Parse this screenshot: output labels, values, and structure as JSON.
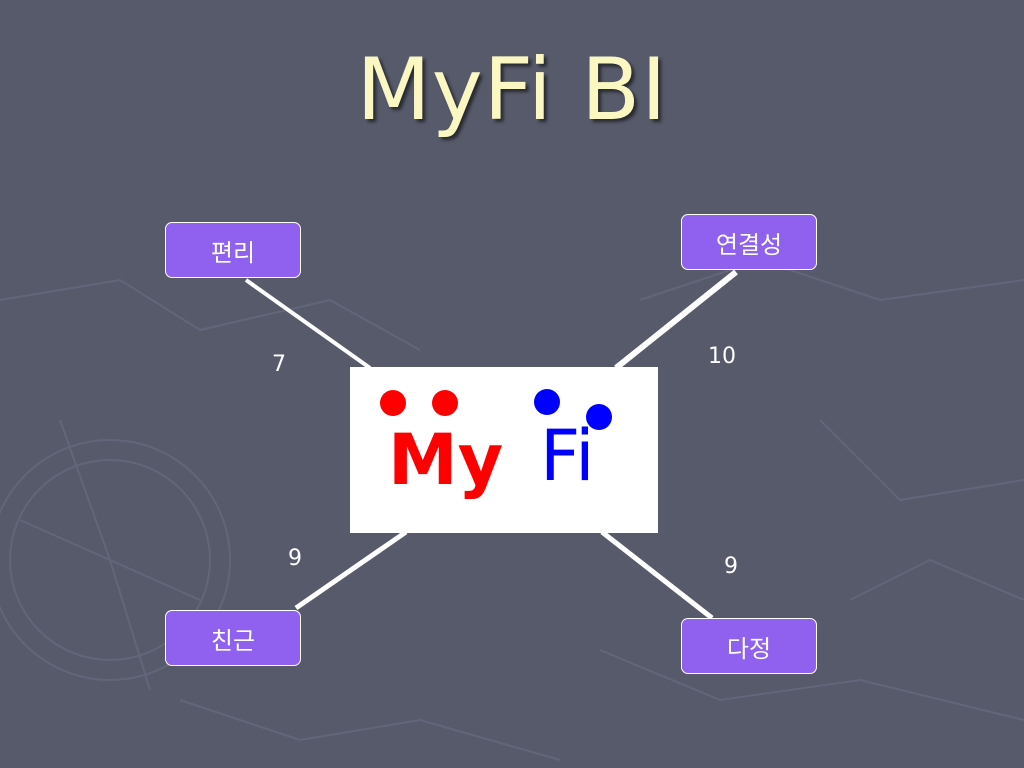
{
  "slide": {
    "title": "MyFi BI"
  },
  "logo": {
    "left_word": "My",
    "right_word": "Fi",
    "left_color": "#ff0000",
    "right_color": "#0000ff"
  },
  "nodes": {
    "top_left": {
      "label": "편리",
      "score": "7"
    },
    "top_right": {
      "label": "연결성",
      "score": "10"
    },
    "bottom_left": {
      "label": "친근",
      "score": "9"
    },
    "bottom_right": {
      "label": "다정",
      "score": "9"
    }
  },
  "colors": {
    "background": "#575a6a",
    "title": "#fbf7c2",
    "node_fill": "#8f61ee",
    "connector": "#ffffff"
  }
}
